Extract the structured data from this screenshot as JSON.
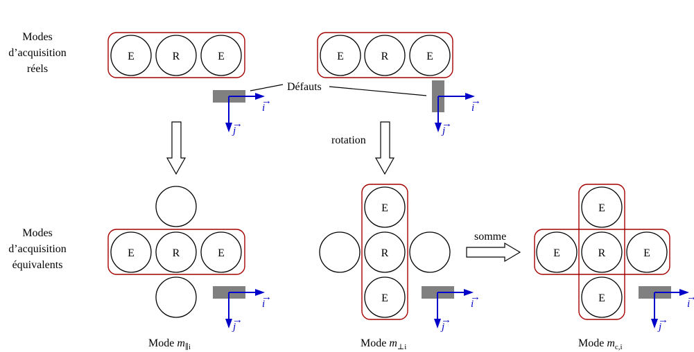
{
  "labels": {
    "real_modes": [
      "Modes",
      "d’acquisition",
      "réels"
    ],
    "equiv_modes": [
      "Modes",
      "d’acquisition",
      "équivalents"
    ],
    "defects": "Défauts",
    "rotation": "rotation",
    "sum": "somme"
  },
  "element_letters": {
    "emitter": "E",
    "receiver": "R"
  },
  "axes": {
    "i": "i",
    "j": "j",
    "vector_arrow": "→"
  },
  "captions": {
    "parallel": {
      "prefix": "Mode ",
      "symbol": "m",
      "subscript": "∥i"
    },
    "perpendicular": {
      "prefix": "Mode ",
      "symbol": "m",
      "subscript": "⊥i"
    },
    "combined": {
      "prefix": "Mode ",
      "symbol": "m",
      "subscript": "c,i"
    }
  },
  "colors": {
    "frame": "#a40000",
    "defect": "#808080",
    "axis": "#0000c8"
  }
}
